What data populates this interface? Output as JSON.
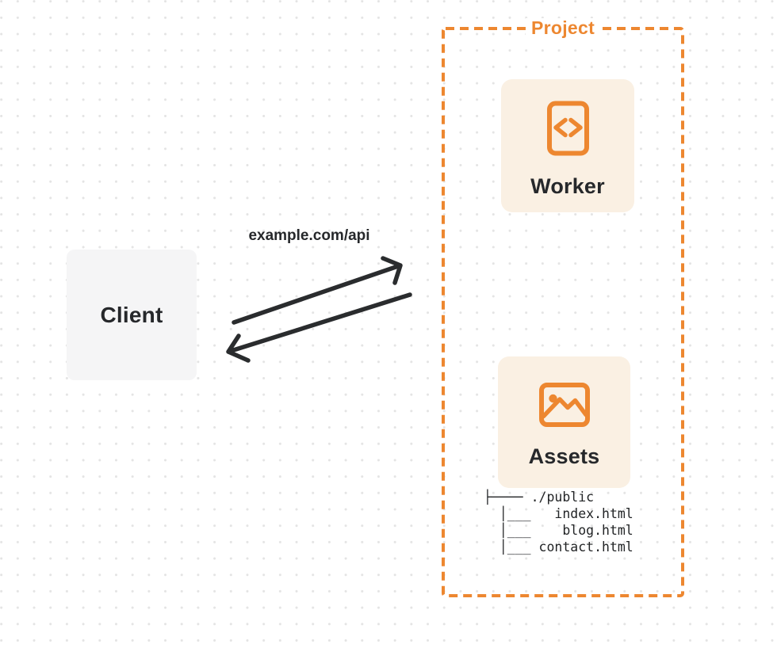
{
  "client": {
    "label": "Client"
  },
  "request": {
    "label": "example.com/api"
  },
  "project": {
    "title": "Project",
    "worker": {
      "label": "Worker",
      "icon": "code-file-icon"
    },
    "assets": {
      "label": "Assets",
      "icon": "image-icon"
    },
    "file_tree": {
      "lines": [
        "├──── ./public",
        "  │___   index.html",
        "  │___    blog.html",
        "  │___ contact.html"
      ]
    }
  },
  "arrows": {
    "request_direction": "client-to-project",
    "response_direction": "project-to-client"
  },
  "colors": {
    "accent_orange": "#ED8730",
    "card_background": "#FAF0E3",
    "client_background": "#F5F5F6",
    "ink": "#26282B",
    "arrow": "#2A2C2E",
    "dot_grid": "#E4E4E4"
  }
}
